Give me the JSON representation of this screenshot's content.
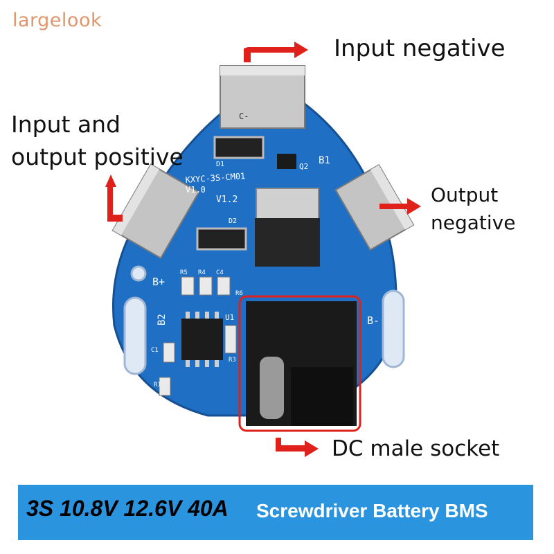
{
  "brand": "largelook",
  "callouts": {
    "input_negative": "Input negative",
    "input_output_positive_line1": "Input and",
    "input_output_positive_line2": "output positive",
    "output_negative_line1": "Output",
    "output_negative_line2": "negative",
    "dc_socket": "DC male socket"
  },
  "banner": {
    "spec": "3S 10.8V 12.6V 40A",
    "description": "Screwdriver Battery BMS"
  },
  "pcb_labels": {
    "model": "KXYC-3S-CM01",
    "version_a": "V1.0",
    "version_b": "V1.2",
    "b_plus": "B+",
    "b_minus": "B-",
    "b1": "B1",
    "b2": "B2",
    "q2": "Q2",
    "u1": "U1",
    "d1": "D1",
    "d2": "D2",
    "r1": "R1",
    "r3": "R3",
    "r4": "R4",
    "r5": "R5",
    "r6": "R6",
    "c1": "C1",
    "c4": "C4",
    "c_minus": "C-"
  },
  "colors": {
    "pcb": "#1f6fc4",
    "arrow": "#e0201a",
    "banner_bg": "#2b94de",
    "brand": "#e0956a"
  },
  "icons": [
    "arrow-right-icon",
    "arrow-up-icon"
  ]
}
